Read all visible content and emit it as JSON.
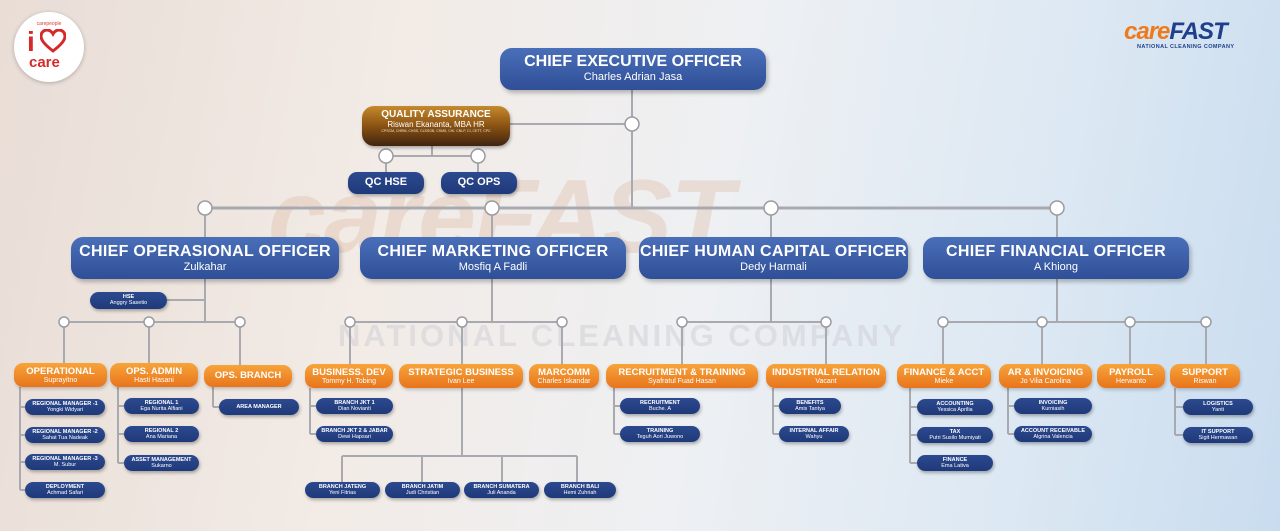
{
  "watermark": {
    "brand": "careFAST",
    "tagline": "NATIONAL CLEANING COMPANY"
  },
  "logos": {
    "left": {
      "small": "carepeople",
      "i": "i",
      "care": "care"
    },
    "right": {
      "care": "care",
      "fast": "FAST",
      "tagline": "NATIONAL CLEANING COMPANY"
    }
  },
  "colors": {
    "blue": "#2f4f97",
    "navy": "#1e3a7a",
    "orange": "#e8741c",
    "brown": "#8a5212",
    "line": "#a8aab0"
  },
  "ceo": {
    "title": "CHIEF EXECUTIVE OFFICER",
    "name": "Charles Adrian Jasa"
  },
  "qa": {
    "title": "QUALITY ASSURANCE",
    "name": "Riswan Ekananta, MBA HR",
    "certs": "CPSCM, CHRM, CHSS, CLSSGB, CSMS, CHI, CNLP, CI, CETT, CPC"
  },
  "qc": {
    "hse": "QC HSE",
    "ops": "QC OPS"
  },
  "chiefs": {
    "coo": {
      "title": "CHIEF OPERASIONAL OFFICER",
      "name": "Zulkahar"
    },
    "cmo": {
      "title": "CHIEF MARKETING OFFICER",
      "name": "Mosfiq A Fadli"
    },
    "chco": {
      "title": "CHIEF HUMAN CAPITAL OFFICER",
      "name": "Dedy Harmali"
    },
    "cfo": {
      "title": "CHIEF FINANCIAL OFFICER",
      "name": "A Khiong"
    }
  },
  "hse": {
    "title": "HSE",
    "name": "Anggry Sasetio"
  },
  "ops": {
    "operational": {
      "title": "OPERATIONAL",
      "name": "Suprayitno"
    },
    "admin": {
      "title": "OPS. ADMIN",
      "name": "Hasti Hasani"
    },
    "branch": {
      "title": "OPS. BRANCH"
    },
    "rm1": {
      "title": "REGIONAL MANAGER -1",
      "name": "Yongki Widyari"
    },
    "rm2": {
      "title": "REGIONAL MANAGER -2",
      "name": "Sahat Tua Nadeak"
    },
    "rm3": {
      "title": "REGIONAL MANAGER -3",
      "name": "M. Subur"
    },
    "deploy": {
      "title": "DEPLOYMENT",
      "name": "Achmad Safari"
    },
    "reg1": {
      "title": "REGIONAL 1",
      "name": "Ega Nurita Alfiani"
    },
    "reg2": {
      "title": "REGIONAL 2",
      "name": "Ana Mariana"
    },
    "asset": {
      "title": "ASSET MANAGEMENT",
      "name": "Sukarno"
    },
    "area": {
      "title": "AREA MANAGER"
    }
  },
  "mkt": {
    "bizdev": {
      "title": "BUSINESS. DEV",
      "name": "Tommy H. Tobing"
    },
    "strategic": {
      "title": "STRATEGIC BUSINESS",
      "name": "Ivan Lee"
    },
    "marcomm": {
      "title": "MARCOMM",
      "name": "Charles Iskandar"
    },
    "jkt1": {
      "title": "BRANCH JKT 1",
      "name": "Dian Novianti"
    },
    "jkt2": {
      "title": "BRANCH JKT 2 & JABAR",
      "name": "Dewi Hapsari"
    },
    "jateng": {
      "title": "BRANCH JATENG",
      "name": "Yeni Fitrias"
    },
    "jatim": {
      "title": "BRANCH JATIM",
      "name": "Judi Christian"
    },
    "sumatera": {
      "title": "BRANCH SUMATERA",
      "name": "Juli Ananda"
    },
    "bali": {
      "title": "BRANCH BALI",
      "name": "Hemi Zuhriah"
    }
  },
  "hc": {
    "recruit": {
      "title": "RECRUITMENT & TRAINING",
      "name": "Syafratul Fuad Hasan"
    },
    "industrial": {
      "title": "INDUSTRIAL RELATION",
      "name": "Vacant"
    },
    "recruitment": {
      "title": "RECRUITMENT",
      "name": "Buche. A"
    },
    "training": {
      "title": "TRAINING",
      "name": "Teguh Aori Juwono"
    },
    "benefits": {
      "title": "BENEFITS",
      "name": "Amis Tantya"
    },
    "internal": {
      "title": "INTERNAL AFFAIR",
      "name": "Wahyu"
    }
  },
  "fin": {
    "acct": {
      "title": "FINANCE & ACCT",
      "name": "Mieke"
    },
    "ar": {
      "title": "AR & INVOICING",
      "name": "Jo Vilia Carolina"
    },
    "payroll": {
      "title": "PAYROLL",
      "name": "Herwanto"
    },
    "support": {
      "title": "SUPPORT",
      "name": "Riswan"
    },
    "accounting": {
      "title": "ACCOUNTING",
      "name": "Yessica Aprilia"
    },
    "tax": {
      "title": "TAX",
      "name": "Putri Susilo Mumiyati"
    },
    "finance": {
      "title": "FINANCE",
      "name": "Ema Lativa"
    },
    "invoicing": {
      "title": "INVOICING",
      "name": "Kurniasih"
    },
    "receivable": {
      "title": "ACCOUNT RECEIVABLE",
      "name": "Algrina Valencia"
    },
    "logistics": {
      "title": "LOGISTICS",
      "name": "Yanti"
    },
    "it": {
      "title": "IT SUPPORT",
      "name": "Sigit Hermawan"
    }
  }
}
